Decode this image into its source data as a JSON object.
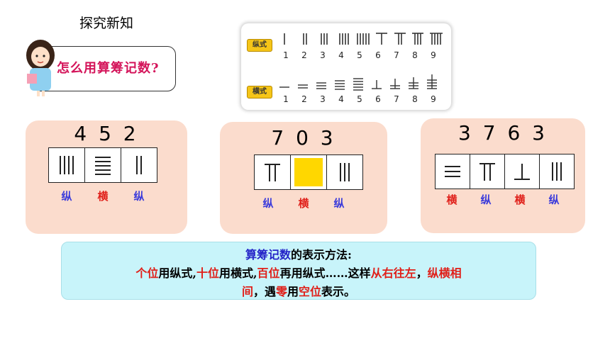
{
  "section_title": "探究新知",
  "question": "怎么用算筹记数?",
  "rod_table": {
    "vertical_label": "纵式",
    "horizontal_label": "横式",
    "digits": [
      "1",
      "2",
      "3",
      "4",
      "5",
      "6",
      "7",
      "8",
      "9"
    ]
  },
  "examples": [
    {
      "number": "4 5 2",
      "labels": [
        "纵",
        "横",
        "纵"
      ]
    },
    {
      "number": "7 0 3",
      "labels": [
        "纵",
        "横",
        "纵"
      ]
    },
    {
      "number": "3 7 6 3",
      "labels": [
        "横",
        "纵",
        "横",
        "纵"
      ]
    }
  ],
  "rule": {
    "title_a": "算筹记数",
    "title_b": "的表示方法:",
    "l2": [
      "个位",
      "用纵式,",
      "十位",
      "用横式,",
      "百位",
      "再用纵式……这样",
      "从右往左",
      "，",
      "纵横相"
    ],
    "l3": [
      "间",
      "，遇",
      "零",
      "用",
      "空位",
      "表示。"
    ]
  },
  "colors": {
    "red": "#e0201a",
    "blue": "#2525c8",
    "card": "#fbdccd",
    "rule_bg": "#c8f4fa",
    "zero_fill": "#ffd700"
  }
}
